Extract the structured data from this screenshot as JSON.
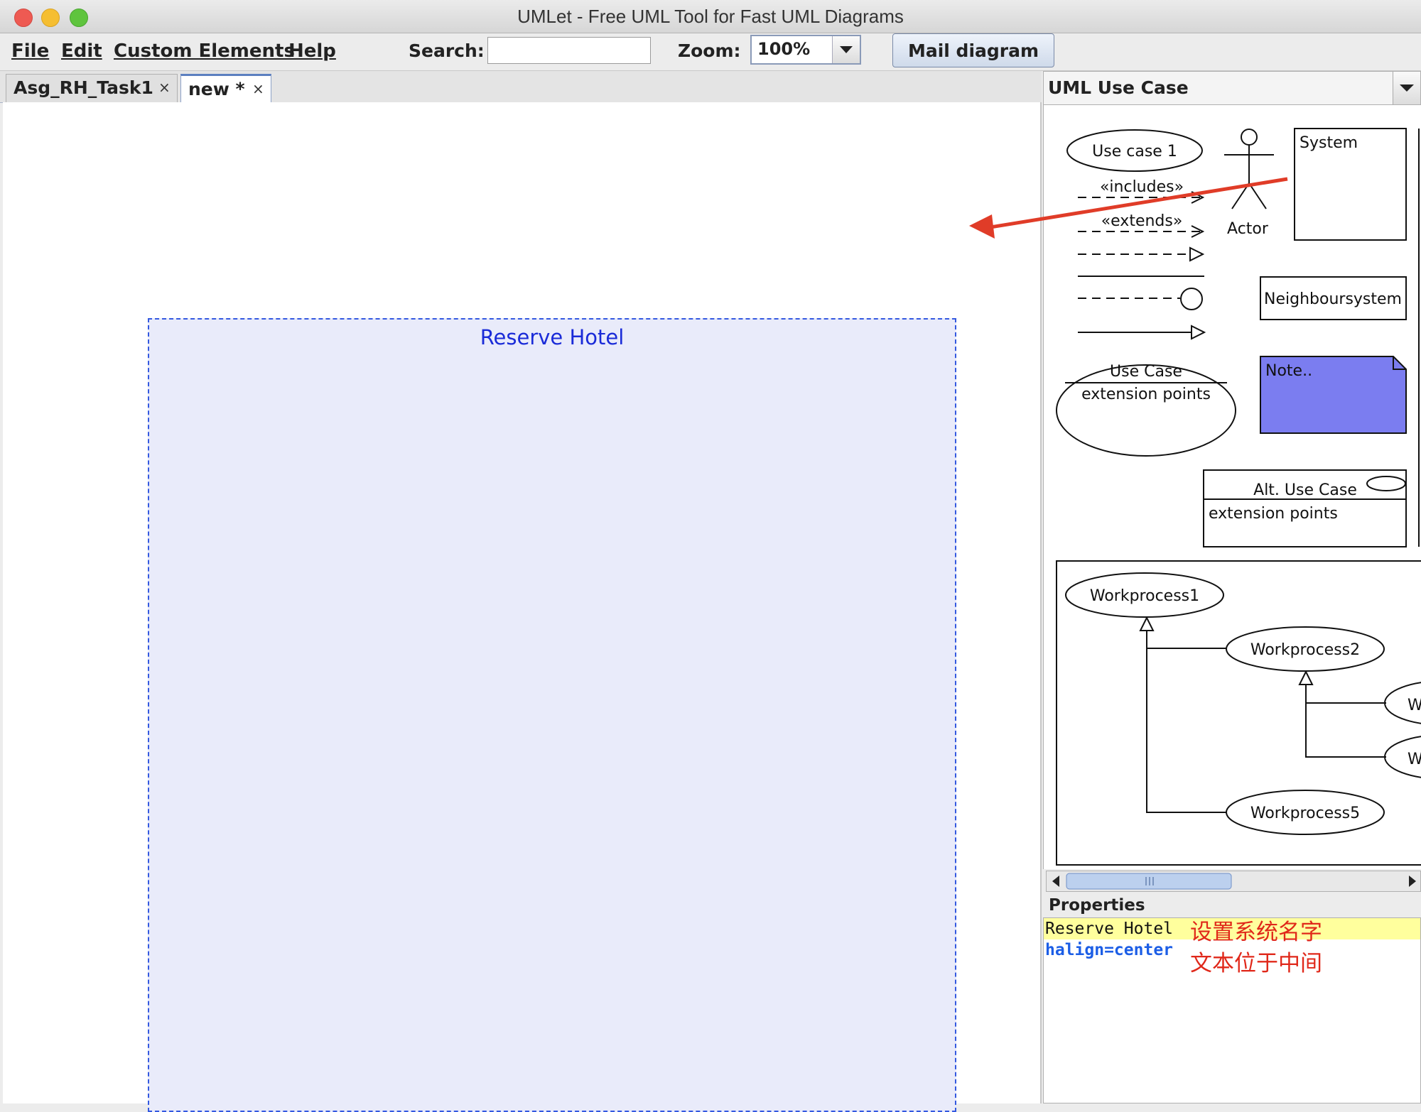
{
  "window": {
    "title": "UMLet - Free UML Tool for Fast UML Diagrams"
  },
  "menu": {
    "file": "File",
    "edit": "Edit",
    "custom_elements": "Custom Elements",
    "help": "Help"
  },
  "toolbar": {
    "search_label": "Search:",
    "search_value": "",
    "zoom_label": "Zoom:",
    "zoom_value": "100%",
    "mail_label": "Mail diagram"
  },
  "tabs": [
    {
      "label": "Asg_RH_Task1",
      "close": "×"
    },
    {
      "label": "new *",
      "close": "×"
    }
  ],
  "canvas": {
    "system_title": "Reserve Hotel"
  },
  "palette": {
    "title": "UML Use Case",
    "use_case_1": "Use case 1",
    "includes": "«includes»",
    "extends": "«extends»",
    "actor": "Actor",
    "system": "System",
    "neighbour": "Neighboursystem",
    "use_case": "Use Case",
    "extension_points": "extension points",
    "note": "Note..",
    "alt_use_case": "Alt. Use Case",
    "alt_extension_points": "extension points",
    "wp1": "Workprocess1",
    "wp2": "Workprocess2",
    "wp3": "W",
    "wp4": "W",
    "wp5": "Workprocess5"
  },
  "properties": {
    "label": "Properties",
    "line1": "Reserve Hotel",
    "line2": "halign=center",
    "note1": "设置系统名字",
    "note2": "文本位于中间"
  },
  "colors": {
    "annotation": "#e0281a",
    "note_fill": "#7b7df0",
    "system_fill": "#e9ebfa",
    "system_border": "#3459e0"
  }
}
